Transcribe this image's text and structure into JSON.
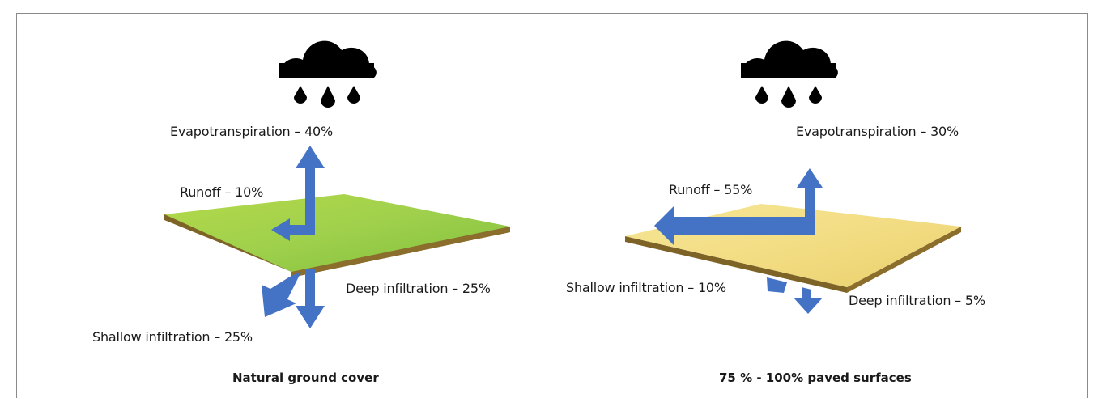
{
  "panels": {
    "natural": {
      "caption": "Natural ground cover",
      "evapotranspiration": "Evapotranspiration – 40%",
      "runoff": "Runoff – 10%",
      "deep_infiltration": "Deep infiltration – 25%",
      "shallow_infiltration": "Shallow infiltration – 25%",
      "surface_color": "#8cc63f",
      "icon": "rain-cloud-icon"
    },
    "paved": {
      "caption": "75 % - 100% paved surfaces",
      "evapotranspiration": "Evapotranspiration – 30%",
      "runoff": "Runoff – 55%",
      "deep_infiltration": "Deep infiltration – 5%",
      "shallow_infiltration": "Shallow infiltration – 10%",
      "surface_color": "#f2de82",
      "icon": "rain-cloud-icon"
    }
  },
  "colors": {
    "arrow": "#4472c4",
    "slab_edge": "#7d6326"
  }
}
